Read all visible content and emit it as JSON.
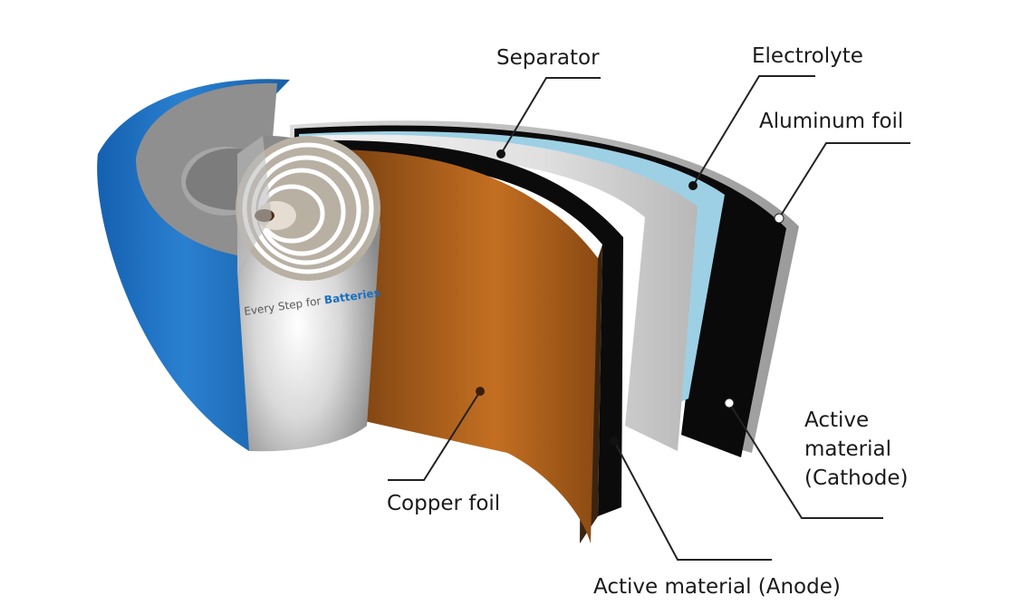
{
  "labels": {
    "separator": "Separator",
    "electrolyte": "Electrolyte",
    "aluminum_foil": "Aluminum foil",
    "cathode": [
      "Active",
      "material",
      "(Cathode)"
    ],
    "copper_foil": "Copper foil",
    "anode": "Active material (Anode)"
  },
  "brand": {
    "prefix": "Every Step for ",
    "name": "Batteries"
  },
  "colors": {
    "casing_blue": "#1a6fc0",
    "copper": "#a35a1a",
    "electrolyte": "#9dd0e4",
    "separator": "#e8e8e8",
    "cathode": "#0a0a0a",
    "aluminum": "#c0c0c0"
  }
}
